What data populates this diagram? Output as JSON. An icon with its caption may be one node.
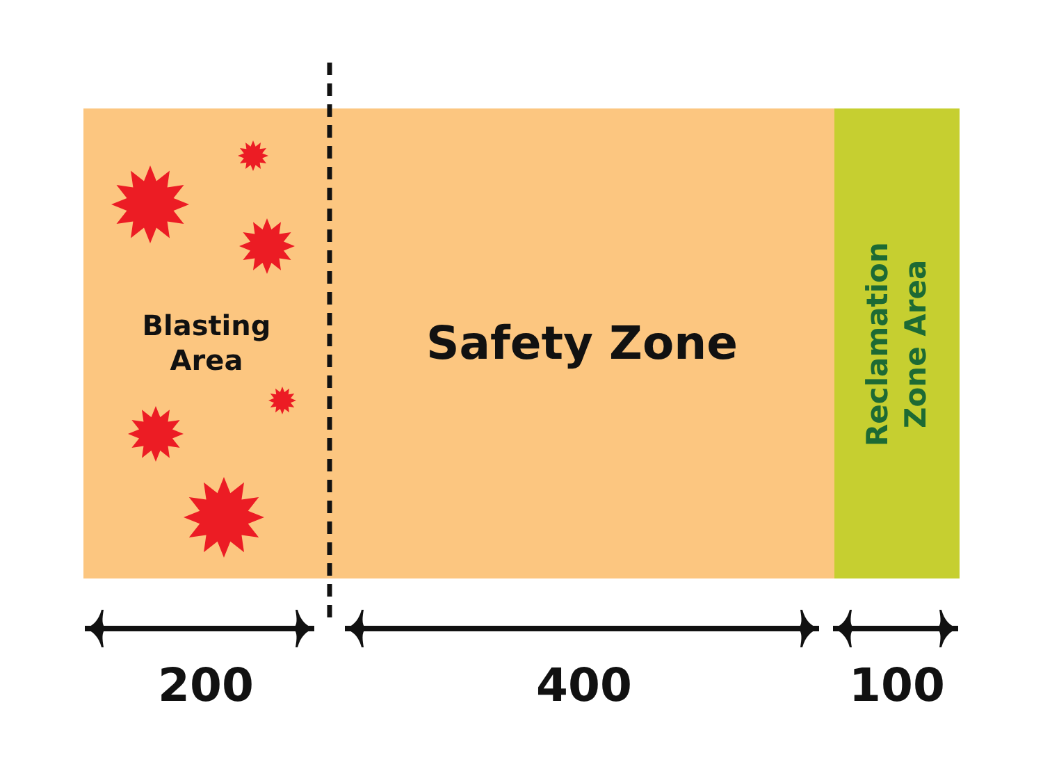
{
  "diagram": {
    "nodes": [
      {
        "text": [
          "Blasting Area"
        ]
      },
      {
        "text": [
          "Safety Zone"
        ]
      },
      {
        "text": [
          "Reclamation Zone Area"
        ]
      }
    ],
    "labels": [
      "200",
      "400",
      "100"
    ]
  }
}
